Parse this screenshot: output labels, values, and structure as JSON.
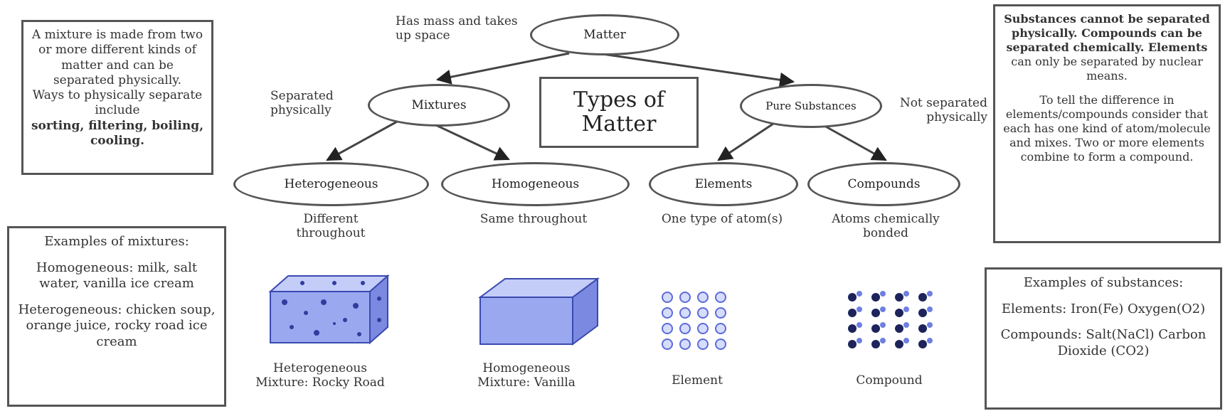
{
  "title": "Types of Matter",
  "nodes": {
    "matter": "Matter",
    "mixtures": "Mixtures",
    "pure": "Pure Substances",
    "hetero": "Heterogeneous",
    "homo": "Homogeneous",
    "elements": "Elements",
    "compounds": "Compounds"
  },
  "notes": {
    "matter_note": "Has mass and takes up space",
    "mixtures_note": "Separated physically",
    "pure_note": "Not separated physically",
    "hetero_note": "Different throughout",
    "homo_note": "Same throughout",
    "elements_note": "One type of atom(s)",
    "compounds_note": "Atoms chemically bonded"
  },
  "boxes": {
    "mixture_def": {
      "line1": "A mixture is made from two or more different kinds of matter and can be separated physically.",
      "line2": "Ways to physically separate include",
      "line3": "sorting, filtering, boiling, cooling."
    },
    "mixture_examples": {
      "title": "Examples of mixtures:",
      "homo": "Homogeneous: milk, salt water, vanilla ice cream",
      "hetero": "Heterogeneous: chicken soup, orange juice, rocky road ice cream"
    },
    "substance_def": {
      "bold": "Substances cannot be separated physically. Compounds can be separated chemically. Elements",
      "rest": "can only be separated by nuclear means.",
      "line2": "To tell the difference in elements/compounds consider that each has one kind of atom/molecule and mixes. Two or more elements combine to form a compound."
    },
    "substance_examples": {
      "title": "Examples of substances:",
      "elements": "Elements: Iron(Fe) Oxygen(O2)",
      "compounds": "Compounds: Salt(NaCl) Carbon Dioxide (CO2)"
    }
  },
  "captions": {
    "hetero_mix": "Heterogeneous Mixture: Rocky Road",
    "homo_mix": "Homogeneous Mixture: Vanilla",
    "element": "Element",
    "compound": "Compound"
  },
  "colors": {
    "cube_fill": "#9aa8f0",
    "cube_stroke": "#3a4ab0",
    "dots": "#5b6cd6"
  }
}
